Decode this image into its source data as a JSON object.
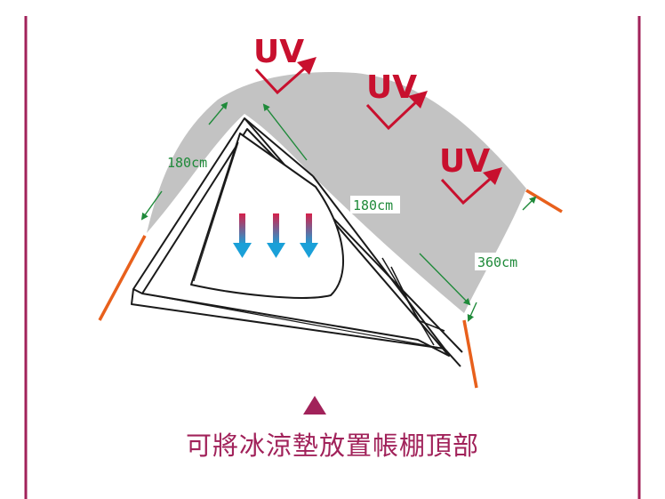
{
  "diagram": {
    "uv_labels": [
      "UV",
      "UV",
      "UV"
    ],
    "dimensions": {
      "left_edge": "180cm",
      "center": "180cm",
      "right": "360cm"
    },
    "caption": "可將冰涼墊放置帳棚頂部",
    "colors": {
      "frame_line": "#a1225a",
      "canopy": "#c3c3c3",
      "uv_red": "#c8102e",
      "dimension_green": "#1f8a3a",
      "pole_orange": "#e8601c",
      "cool_arrow_top": "#d6204a",
      "cool_arrow_bottom": "#1aa0d8",
      "marker_triangle": "#a1225a"
    },
    "icons": [
      "uv-icon",
      "cooling-arrow-icon",
      "triangle-marker-icon"
    ]
  }
}
